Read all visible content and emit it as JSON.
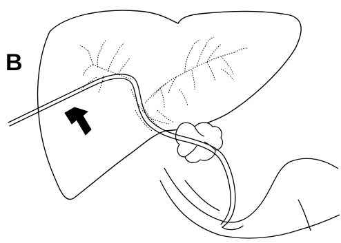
{
  "figure": {
    "panel_label": "B",
    "colors": {
      "ink": "#000000",
      "fill": "#ffffff"
    },
    "icons": [
      "liver-outline",
      "intrahepatic-bile-ducts",
      "catheter-guidewire",
      "arrow-indicator",
      "gallbladder-lobules",
      "duodenum-outline"
    ]
  }
}
